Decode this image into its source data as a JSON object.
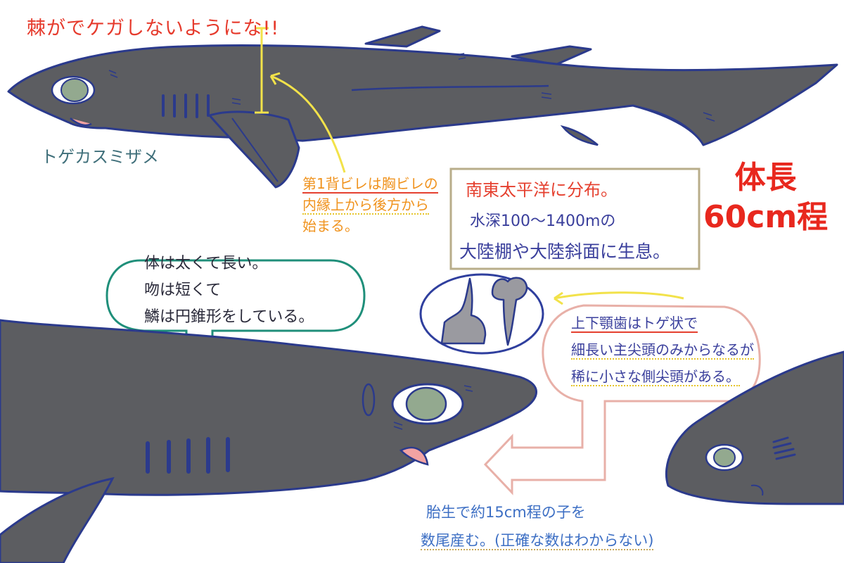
{
  "annotations": {
    "warning": "棘がでケガしないようにな!!",
    "species_name": "トゲカスミザメ",
    "dorsal_fin_note": [
      "第1背ビレは胸ビレの",
      "内縁上から後方から",
      "始まる。"
    ],
    "distribution": "南東太平洋に分布。",
    "depth": "水深100〜1400mの",
    "habitat": "大陸棚や大陸斜面に生息。",
    "body_length": [
      "体長",
      "60cm程"
    ],
    "body_description": [
      "体は太くて長い。",
      "吻は短くて",
      "鱗は円錐形をしている。"
    ],
    "teeth_description": [
      "上下顎歯はトゲ状で",
      "細長い主尖頭のみからなるが",
      "稀に小さな側尖頭がある。"
    ],
    "reproduction": [
      "胎生で約15cm程の子を",
      "数尾産む。(正確な数はわからない)"
    ]
  },
  "colors": {
    "shark_body": "#5c5d61",
    "shark_outline": "#2b3a8c",
    "eye": "#93a98f",
    "warning_text": "#e63a2c",
    "fin_note": "#f0931e",
    "pointer_yellow": "#f2e24a",
    "body_bubble": "#1f8f7a",
    "teeth_bubble": "#e8b0a8",
    "info_box": "#b8ad8a",
    "teeth_circle": "#2f3f9e"
  }
}
